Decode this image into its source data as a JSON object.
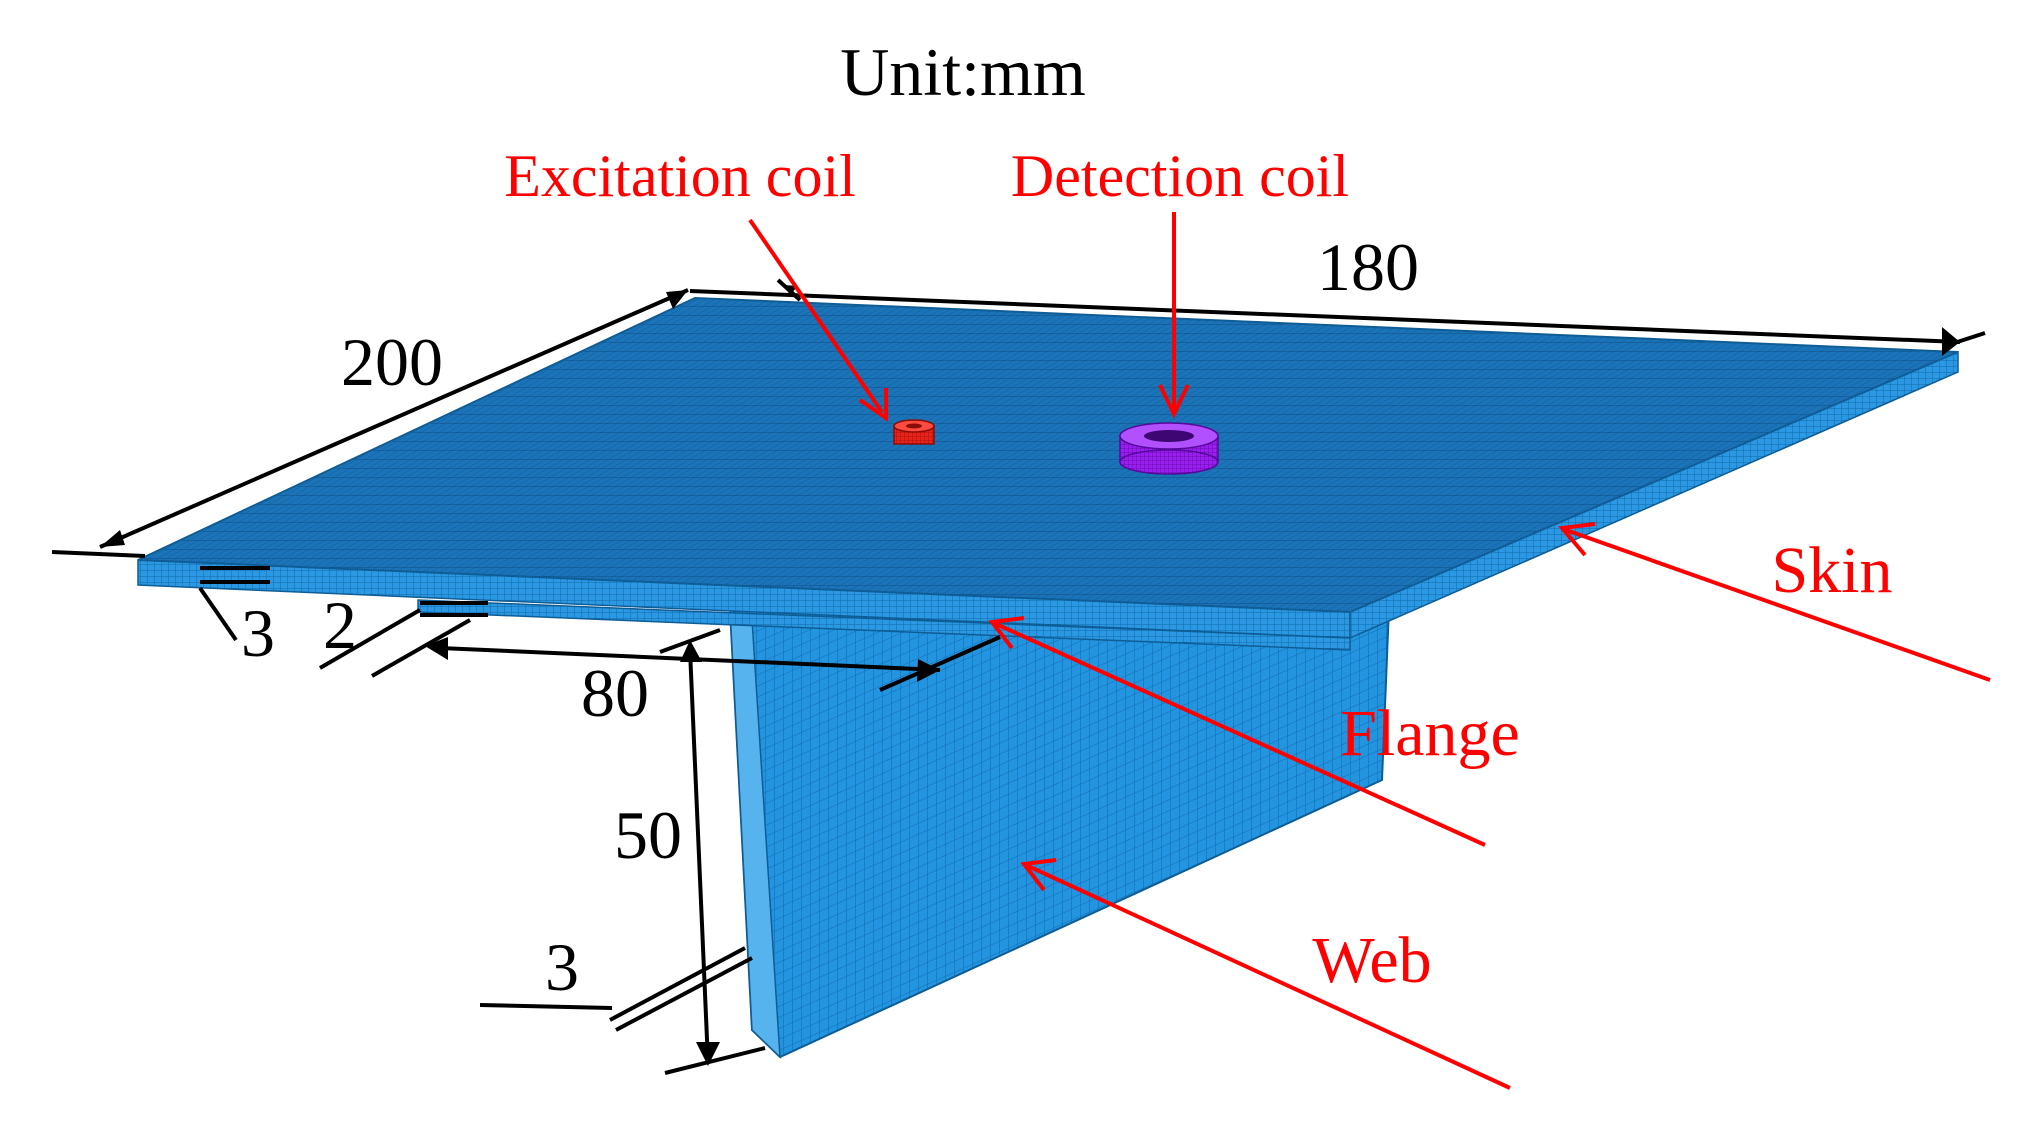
{
  "unit_label": "Unit:mm",
  "labels": {
    "excitation_coil": "Excitation coil",
    "detection_coil": "Detection coil",
    "skin": "Skin",
    "flange": "Flange",
    "web": "Web"
  },
  "dimensions": {
    "skin_length": "200",
    "skin_width": "180",
    "skin_thickness": "3",
    "flange_thickness": "2",
    "flange_width": "80",
    "web_height": "50",
    "web_thickness": "3"
  },
  "colors": {
    "mesh_blue": "#1f8fdc",
    "mesh_top": "#1b73b8",
    "excitation_coil": "#e8231b",
    "detection_coil": "#9a1ef0",
    "annotation": "#ff0000",
    "dimension": "#000000"
  }
}
